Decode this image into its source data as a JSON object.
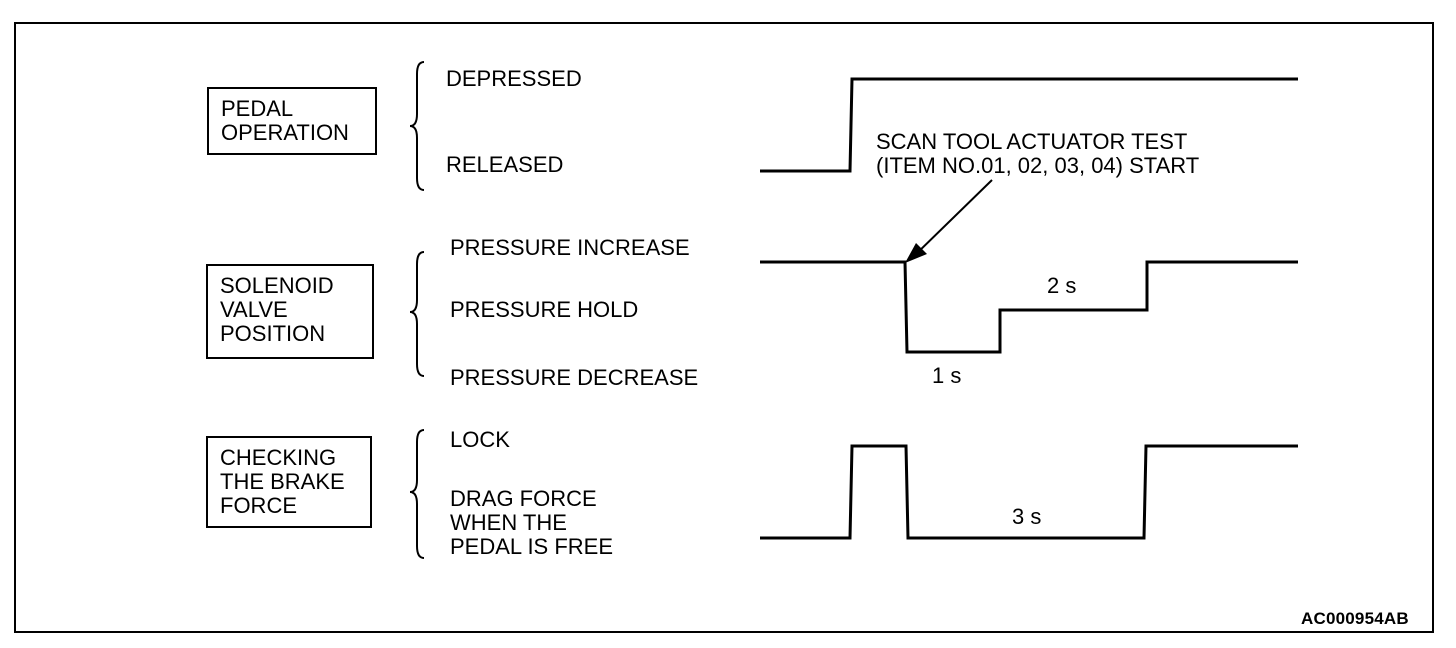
{
  "rows": [
    {
      "box_text": "PEDAL\nOPERATION",
      "states": [
        "DEPRESSED",
        "RELEASED"
      ]
    },
    {
      "box_text": "SOLENOID\nVALVE\nPOSITION",
      "states": [
        "PRESSURE INCREASE",
        "PRESSURE HOLD",
        "PRESSURE DECREASE"
      ]
    },
    {
      "box_text": "CHECKING\nTHE BRAKE\nFORCE",
      "states": [
        "LOCK",
        "DRAG FORCE\nWHEN THE\nPEDAL IS FREE"
      ]
    }
  ],
  "annotation": "SCAN TOOL ACTUATOR TEST\n(ITEM NO.01, 02, 03, 04) START",
  "durations": {
    "hold_1": "1 s",
    "hold_2": "2 s",
    "hold_3": "3 s"
  },
  "figure_code": "AC000954AB"
}
